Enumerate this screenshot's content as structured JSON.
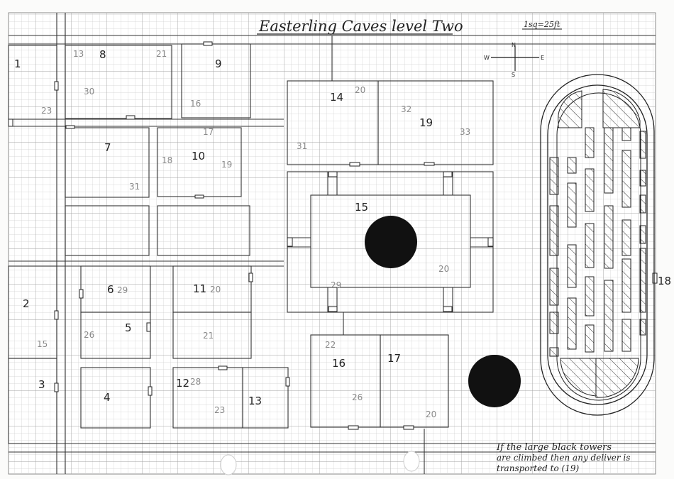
{
  "map": {
    "title": "Easterling Caves level Two",
    "scale": "1sq=25ft",
    "compass": {
      "north": "N",
      "south": "S",
      "east": "E",
      "west": "W"
    },
    "note_lines": [
      "If the large black towers",
      "are climbed then any deliver is",
      "transported to (19)"
    ],
    "rooms": {
      "r1": "1",
      "r2": "2",
      "r3": "3",
      "r4": "4",
      "r5": "5",
      "r6": "6",
      "r7": "7",
      "r8": "8",
      "r9": "9",
      "r10": "10",
      "r11": "11",
      "r12": "12",
      "r13": "13",
      "r14": "14",
      "r15": "15",
      "r16": "16",
      "r17": "17",
      "r18": "18",
      "r19": "19"
    },
    "encounters": {
      "e13": "13",
      "e15": "15",
      "e16": "16",
      "e17": "17",
      "e18": "18",
      "e19": "19",
      "e20": "20",
      "e20b": "20",
      "e20c": "20",
      "e20d": "20",
      "e21": "21",
      "e22": "22",
      "e23": "23",
      "e26": "26",
      "e28": "28",
      "e29": "29",
      "e30": "30",
      "e31": "31",
      "e31b": "31",
      "e32": "32",
      "e33": "33"
    },
    "colors": {
      "grid_minor": "#c9c9c9",
      "grid_major": "#9a9a9a",
      "ink": "#222222",
      "tower": "#111111"
    }
  }
}
